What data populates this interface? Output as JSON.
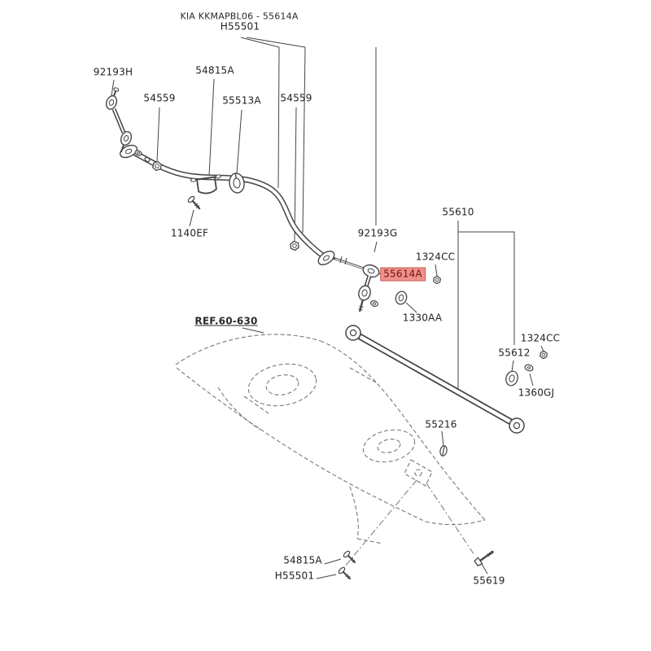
{
  "header": {
    "title": "KIA KKMAPBL06 - 55614A"
  },
  "reference": {
    "label": "REF.60-630"
  },
  "colors": {
    "line": "#454545",
    "frame": "#777777",
    "label_text": "#1f1f1f",
    "highlight_bg": "#f0908a",
    "highlight_text": "#6d1410",
    "highlight_border": "#c65b52"
  },
  "parts": {
    "h55501_top": "H55501",
    "n92193h": "92193H",
    "n54815a_top": "54815A",
    "n54559_left": "54559",
    "n55513a": "55513A",
    "n54559_right": "54559",
    "n1140ef": "1140EF",
    "n92193g": "92193G",
    "n55610": "55610",
    "n55614a": "55614A",
    "n1324cc_upper": "1324CC",
    "n1330aa": "1330AA",
    "n1324cc_right": "1324CC",
    "n55612": "55612",
    "n1360gj": "1360GJ",
    "n55216": "55216",
    "n54815a_bottom": "54815A",
    "h55501_bottom": "H55501",
    "n55619": "55619"
  }
}
